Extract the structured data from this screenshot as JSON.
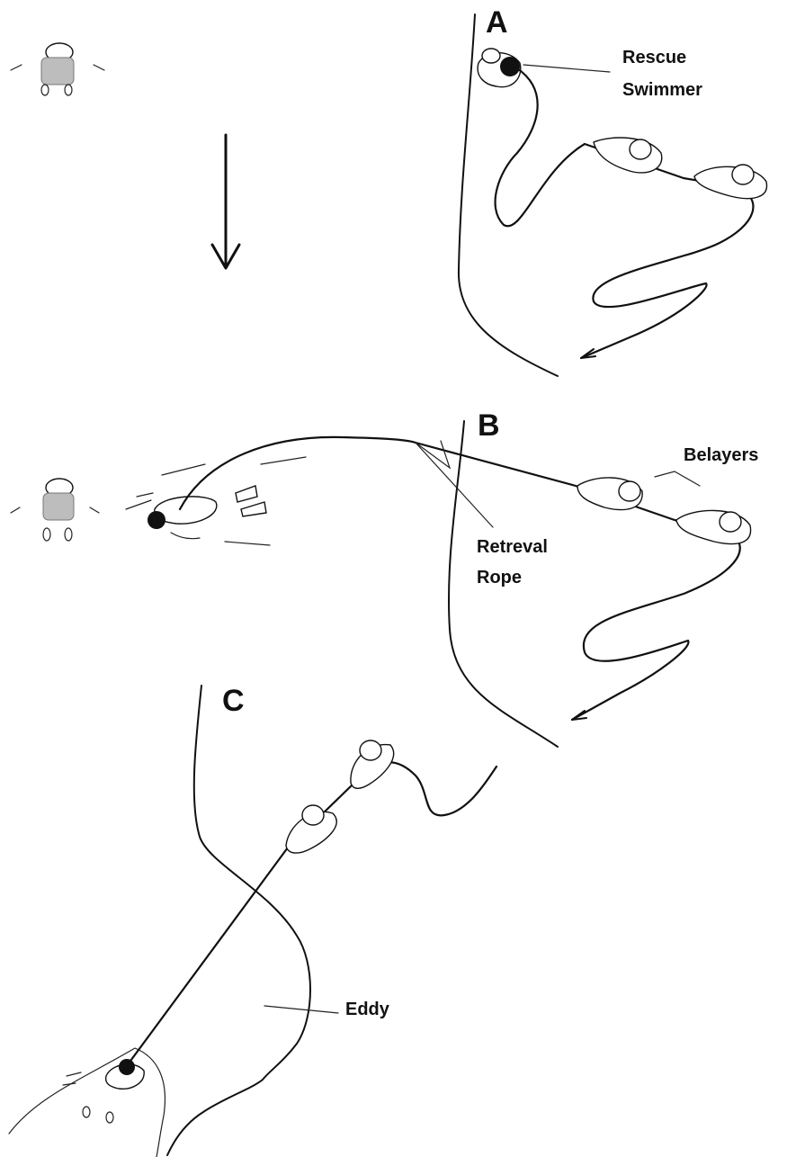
{
  "panels": [
    {
      "letter": "A"
    },
    {
      "letter": "B"
    },
    {
      "letter": "C"
    }
  ],
  "labels": {
    "rescue_swimmer_line1": "Rescue",
    "rescue_swimmer_line2": "Swimmer",
    "belayers": "Belayers",
    "retrieval_rope_line1": "Retreval",
    "retrieval_rope_line2": "Rope",
    "eddy": "Eddy"
  }
}
